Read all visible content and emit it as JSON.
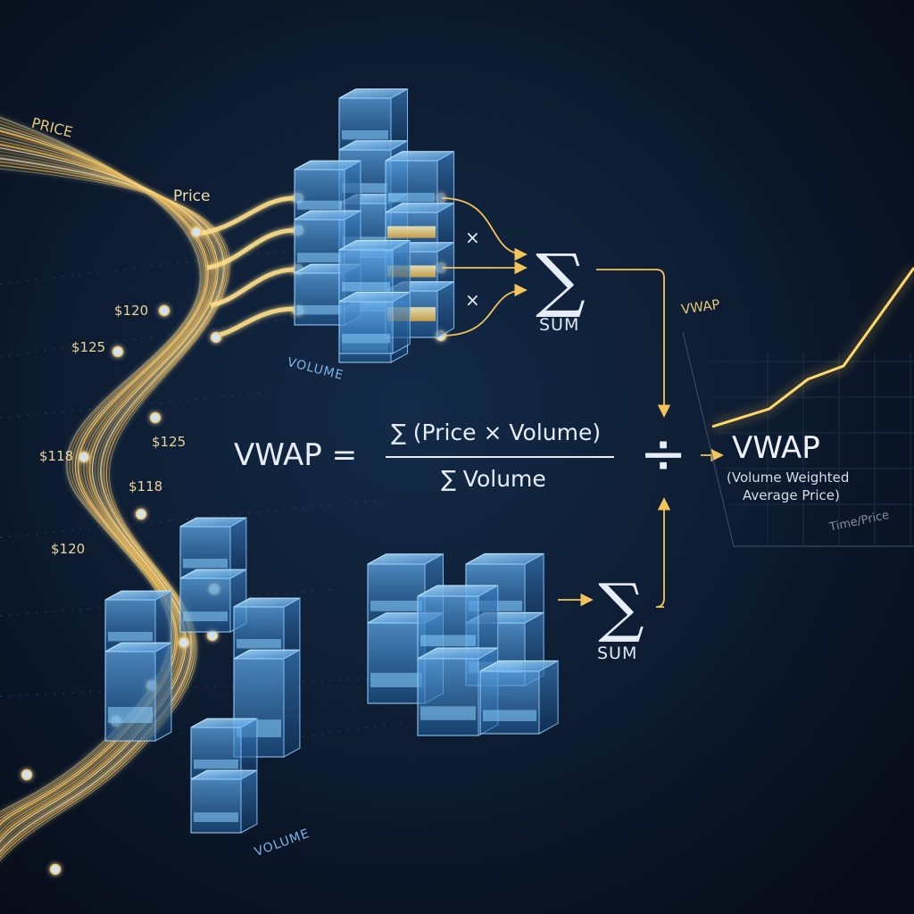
{
  "labels": {
    "price_top": "PRICE",
    "price_mid": "Price",
    "volume_top": "VOLUME",
    "volume_bottom": "VOLUME",
    "sum_top": "SUM",
    "sum_bottom": "SUM",
    "multiply_a": "×",
    "multiply_b": "×"
  },
  "price_ticks": [
    {
      "text": "$120"
    },
    {
      "text": "$125"
    },
    {
      "text": "$125"
    },
    {
      "text": "$118"
    },
    {
      "text": "$118"
    },
    {
      "text": "$120"
    }
  ],
  "formula": {
    "lhs": "VWAP =",
    "numerator": "∑ (Price × Volume)",
    "denominator": "∑ Volume",
    "divide_symbol": "÷",
    "sigma": "∑"
  },
  "result": {
    "title": "VWAP",
    "line1": "(Volume Weighted",
    "line2": "Average Price)"
  },
  "mini_chart": {
    "title": "VWAP",
    "axis_label": "Time/Price"
  },
  "colors": {
    "background": "#0a1220",
    "gold": "#f2c45a",
    "blue_glass": "#5fa8e8",
    "text": "#e6edf7"
  }
}
